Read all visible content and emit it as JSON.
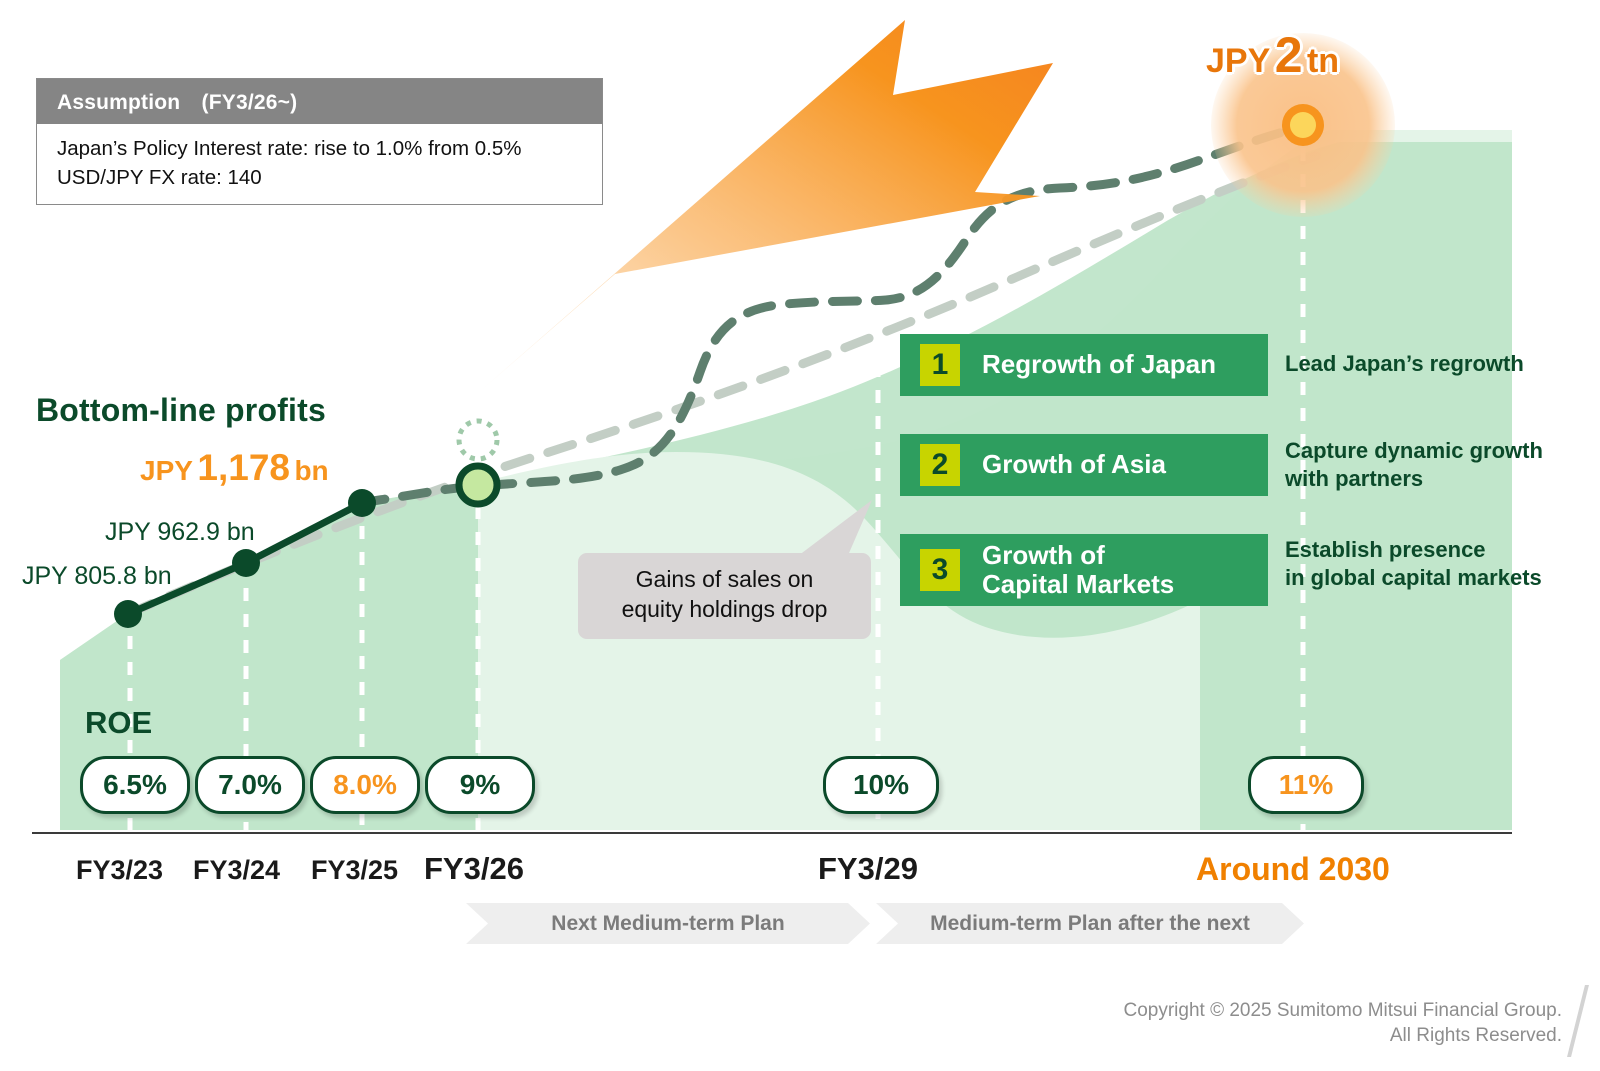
{
  "assumption": {
    "header": "Assumption　(FY3/26~)",
    "lines": [
      "Japan’s Policy Interest rate: rise to 1.0% from 0.5%",
      "USD/JPY FX rate: 140"
    ]
  },
  "headline": {
    "bottom_line_title": "Bottom-line profits",
    "target_prefix": "JPY",
    "target_value": "1,178",
    "target_unit": "bn",
    "label_fy24": "JPY 962.9 bn",
    "label_fy23": "JPY 805.8 bn"
  },
  "goal": {
    "prefix": "JPY",
    "value": "2",
    "unit": "tn"
  },
  "callout": {
    "line1": "Gains of sales on",
    "line2": "equity holdings drop"
  },
  "strategies": [
    {
      "num": "1",
      "label": "Regrowth of Japan",
      "desc": [
        "Lead Japan’s regrowth"
      ]
    },
    {
      "num": "2",
      "label": "Growth of Asia",
      "desc": [
        "Capture dynamic growth",
        "with partners"
      ]
    },
    {
      "num": "3",
      "label": "Growth of\nCapital Markets",
      "label_line1": "Growth of",
      "label_line2": "Capital Markets",
      "desc": [
        "Establish presence",
        "in global capital markets"
      ]
    }
  ],
  "roe": {
    "label": "ROE",
    "values": [
      "6.5%",
      "7.0%",
      "8.0%",
      "9%",
      "10%",
      "11%"
    ]
  },
  "axis": {
    "labels": [
      "FY3/23",
      "FY3/24",
      "FY3/25",
      "FY3/26",
      "FY3/29",
      "Around 2030"
    ]
  },
  "plans": {
    "next": "Next Medium-term Plan",
    "after_next": "Medium-term Plan after the next"
  },
  "footer": {
    "line1": "Copyright © 2025 Sumitomo Mitsui Financial Group.",
    "line2": "All Rights Reserved."
  },
  "colors": {
    "brand_green": "#2E9E5F",
    "dark_green": "#0b4a2a",
    "accent_orange": "#F7941E",
    "badge_yellow": "#C8D400",
    "gray_header": "#858585"
  },
  "chart_data": {
    "type": "line",
    "title": "Bottom-line profits and ROE trajectory",
    "categories": [
      "FY3/23",
      "FY3/24",
      "FY3/25",
      "FY3/26",
      "FY3/29",
      "Around 2030"
    ],
    "series": [
      {
        "name": "Bottom-line profits (JPY bn)",
        "values": [
          805.8,
          962.9,
          1178,
          null,
          null,
          2000
        ],
        "value_labels": [
          "JPY 805.8 bn",
          "JPY 962.9 bn",
          "JPY 1,178 bn",
          "",
          "",
          "JPY 2 tn"
        ]
      },
      {
        "name": "ROE (%)",
        "values": [
          6.5,
          7.0,
          8.0,
          9,
          10,
          11
        ],
        "value_labels": [
          "6.5%",
          "7.0%",
          "8.0%",
          "9%",
          "10%",
          "11%"
        ]
      }
    ],
    "annotations": [
      "Gains of sales on equity holdings drop"
    ],
    "grid": "vertical dashed white gridlines at each period",
    "legend": "none",
    "xlabel": "",
    "ylabel": ""
  }
}
